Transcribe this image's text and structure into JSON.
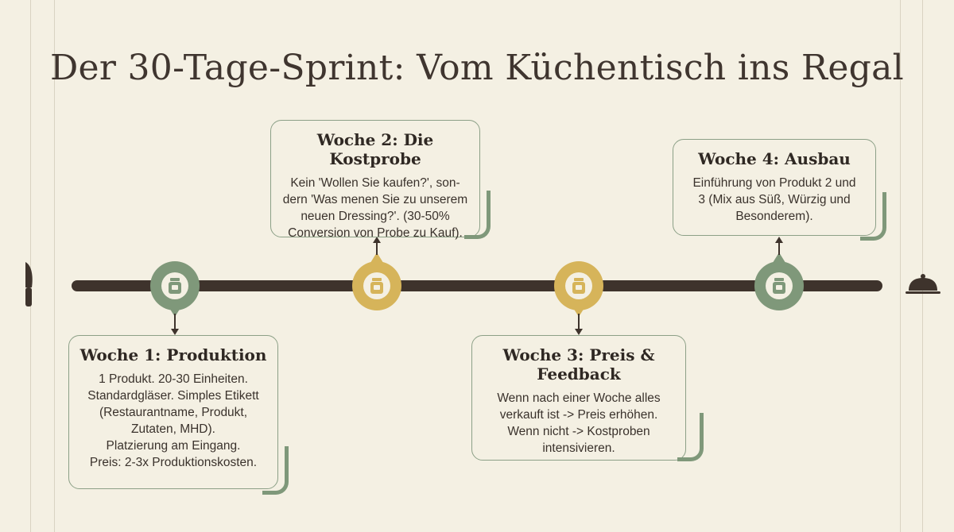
{
  "title": "Der 30-Tage-Sprint: Vom Küchentisch ins Regal",
  "colors": {
    "green": "#7f987a",
    "gold": "#d6b45a",
    "line": "#3e332c",
    "background": "#f4f0e3"
  },
  "icons": {
    "left": "knife-icon",
    "right": "cloche-icon",
    "marker": "jar-icon"
  },
  "weeks": [
    {
      "heading": "Woche 1: Produktion",
      "body": "1 Produkt. 20-30 Einheiten.\nStandardgläser. Simples Etikett\n(Restaurantname, Produkt,\nZutaten, MHD).\nPlatzierung am Eingang.\nPreis: 2-3x Produktionskosten.",
      "marker_color": "green",
      "position": "below"
    },
    {
      "heading": "Woche 2: Die Kostprobe",
      "body": "Kein 'Wollen Sie kaufen?', son-\ndern 'Was menen Sie zu unserem\nneuen Dressing?'. (30-50%\nConversion von Probe zu Kauf).",
      "marker_color": "gold",
      "position": "above"
    },
    {
      "heading": "Woche 3: Preis & Feedback",
      "body": "Wenn nach einer Woche alles\nverkauft ist -> Preis erhöhen.\nWenn nicht -> Kostproben\nintensivieren.",
      "marker_color": "gold",
      "position": "below"
    },
    {
      "heading": "Woche 4: Ausbau",
      "body": "Einführung von Produkt 2 und\n3 (Mix aus Süß, Würzig und\nBesonderem).",
      "marker_color": "green",
      "position": "above"
    }
  ]
}
